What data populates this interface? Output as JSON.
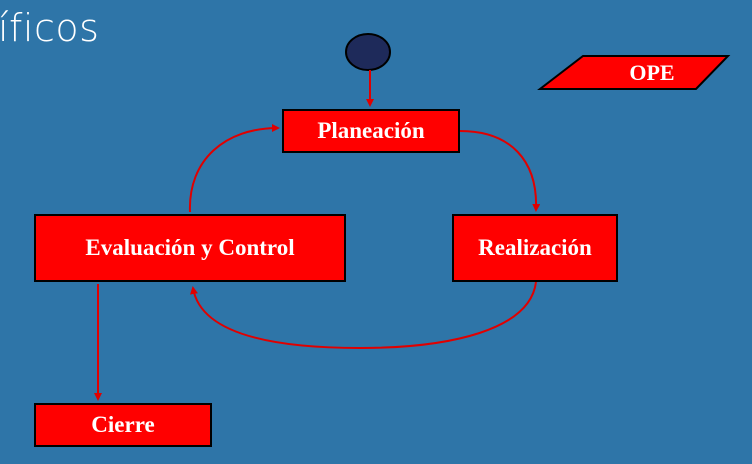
{
  "slide": {
    "title": "íficos"
  },
  "diagram": {
    "nodes": {
      "planeacion": "Planeación",
      "realizacion": "Realización",
      "evaluacion": "Evaluación y Control",
      "cierre": "Cierre",
      "ope": "OPE"
    },
    "colors": {
      "background": "#2e75a8",
      "node_fill": "#ff0000",
      "node_border": "#000000",
      "arrow": "#e00000",
      "start_node": "#1e2a5a"
    }
  }
}
